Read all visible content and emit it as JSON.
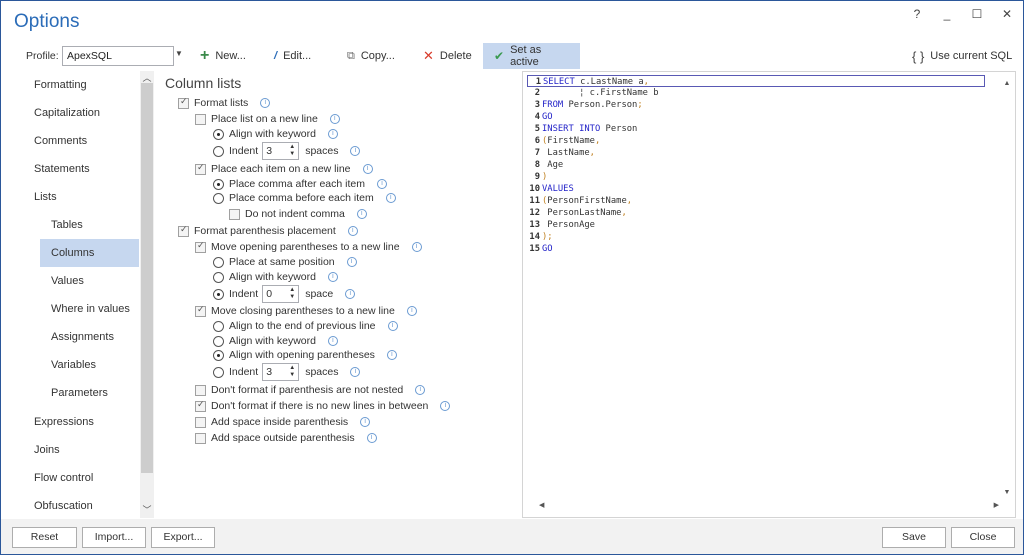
{
  "window": {
    "title": "Options",
    "controls": {
      "help": "?",
      "minimize": "_",
      "maximize": "☐",
      "close": "✕"
    }
  },
  "toolbar": {
    "profile_label": "Profile:",
    "profile_value": "ApexSQL",
    "new_label": "New...",
    "edit_label": "Edit...",
    "copy_label": "Copy...",
    "delete_label": "Delete",
    "set_active_label": "Set as active",
    "use_current_sql_label": "Use current SQL",
    "icons": {
      "new": "+",
      "edit": "/",
      "copy": "⧉",
      "delete": "✕",
      "set_active": "✔",
      "use_current_sql": "{ }"
    },
    "colors": {
      "new": "#3a8a4a",
      "edit": "#2b6cb8",
      "delete": "#d83b2b",
      "set_active": "#3a9a50",
      "active_bg": "#c6d7ef"
    }
  },
  "sidebar": {
    "items": [
      {
        "label": "Formatting",
        "level": 0
      },
      {
        "label": "Capitalization",
        "level": 0
      },
      {
        "label": "Comments",
        "level": 0
      },
      {
        "label": "Statements",
        "level": 0
      },
      {
        "label": "Lists",
        "level": 0
      },
      {
        "label": "Tables",
        "level": 1
      },
      {
        "label": "Columns",
        "level": 1,
        "selected": true
      },
      {
        "label": "Values",
        "level": 1
      },
      {
        "label": "Where in values",
        "level": 1
      },
      {
        "label": "Assignments",
        "level": 1
      },
      {
        "label": "Variables",
        "level": 1
      },
      {
        "label": "Parameters",
        "level": 1
      },
      {
        "label": "Expressions",
        "level": 0
      },
      {
        "label": "Joins",
        "level": 0
      },
      {
        "label": "Flow control",
        "level": 0
      },
      {
        "label": "Obfuscation",
        "level": 0
      }
    ]
  },
  "main": {
    "section_title": "Column lists",
    "options": {
      "format_lists": {
        "label": "Format lists",
        "checked": true
      },
      "place_list_new_line": {
        "label": "Place list on a new line",
        "checked": false
      },
      "align_with_keyword_1": {
        "label": "Align with keyword",
        "checked": true
      },
      "indent_1": {
        "label": "Indent",
        "value": "3",
        "unit": "spaces",
        "checked": false
      },
      "place_each_item_new_line": {
        "label": "Place each item on a new line",
        "checked": true
      },
      "comma_after": {
        "label": "Place comma after each item",
        "checked": true
      },
      "comma_before": {
        "label": "Place comma before each item",
        "checked": false
      },
      "do_not_indent_comma": {
        "label": "Do not indent comma",
        "checked": false
      },
      "format_parenthesis": {
        "label": "Format parenthesis placement",
        "checked": true
      },
      "move_opening": {
        "label": "Move opening parentheses to a new line",
        "checked": true
      },
      "same_position": {
        "label": "Place at same position",
        "checked": false
      },
      "align_with_keyword_2": {
        "label": "Align with keyword",
        "checked": false
      },
      "indent_2": {
        "label": "Indent",
        "value": "0",
        "unit": "space",
        "checked": true
      },
      "move_closing": {
        "label": "Move closing parentheses to a new line",
        "checked": true
      },
      "align_end_prev_line": {
        "label": "Align to the end of previous line",
        "checked": false
      },
      "align_with_keyword_3": {
        "label": "Align with keyword",
        "checked": false
      },
      "align_opening": {
        "label": "Align with opening parentheses",
        "checked": true
      },
      "indent_3": {
        "label": "Indent",
        "value": "3",
        "unit": "spaces",
        "checked": false
      },
      "not_nested": {
        "label": "Don't format if parenthesis are not nested",
        "checked": false
      },
      "no_new_lines": {
        "label": "Don't format if there is no new lines in between",
        "checked": true
      },
      "space_inside": {
        "label": "Add space inside parenthesis",
        "checked": false
      },
      "space_outside": {
        "label": "Add space outside parenthesis",
        "checked": false
      }
    },
    "info_icon": "i"
  },
  "editor": {
    "lines": [
      {
        "n": "1",
        "tokens": [
          [
            "kw",
            "SELECT"
          ],
          [
            "id",
            " c.LastName a"
          ],
          [
            "pn",
            ","
          ]
        ]
      },
      {
        "n": "2",
        "tokens": [
          [
            "id",
            "       ¦ c.FirstName b"
          ]
        ]
      },
      {
        "n": "3",
        "tokens": [
          [
            "kw",
            "FROM"
          ],
          [
            "id",
            " Person.Person"
          ],
          [
            "pn",
            ";"
          ]
        ]
      },
      {
        "n": "4",
        "tokens": [
          [
            "kw",
            "GO"
          ]
        ]
      },
      {
        "n": "5",
        "tokens": [
          [
            "kw",
            "INSERT INTO"
          ],
          [
            "id",
            " Person"
          ]
        ]
      },
      {
        "n": "6",
        "tokens": [
          [
            "pn",
            "("
          ],
          [
            "id",
            "FirstName"
          ],
          [
            "pn",
            ","
          ]
        ]
      },
      {
        "n": "7",
        "tokens": [
          [
            "id",
            " LastName"
          ],
          [
            "pn",
            ","
          ]
        ]
      },
      {
        "n": "8",
        "tokens": [
          [
            "id",
            " Age"
          ]
        ]
      },
      {
        "n": "9",
        "tokens": [
          [
            "pn",
            ")"
          ]
        ]
      },
      {
        "n": "10",
        "tokens": [
          [
            "kw",
            "VALUES"
          ]
        ]
      },
      {
        "n": "11",
        "tokens": [
          [
            "pn",
            "("
          ],
          [
            "id",
            "PersonFirstName"
          ],
          [
            "pn",
            ","
          ]
        ]
      },
      {
        "n": "12",
        "tokens": [
          [
            "id",
            " PersonLastName"
          ],
          [
            "pn",
            ","
          ]
        ]
      },
      {
        "n": "13",
        "tokens": [
          [
            "id",
            " PersonAge"
          ]
        ]
      },
      {
        "n": "14",
        "tokens": [
          [
            "pn",
            ");"
          ]
        ]
      },
      {
        "n": "15",
        "tokens": [
          [
            "kw",
            "GO"
          ]
        ]
      }
    ],
    "colors": {
      "keyword": "#2323c8",
      "punct": "#c08020",
      "identifier": "#333333"
    }
  },
  "footer": {
    "reset_label": "Reset",
    "import_label": "Import...",
    "export_label": "Export...",
    "save_label": "Save",
    "close_label": "Close"
  }
}
